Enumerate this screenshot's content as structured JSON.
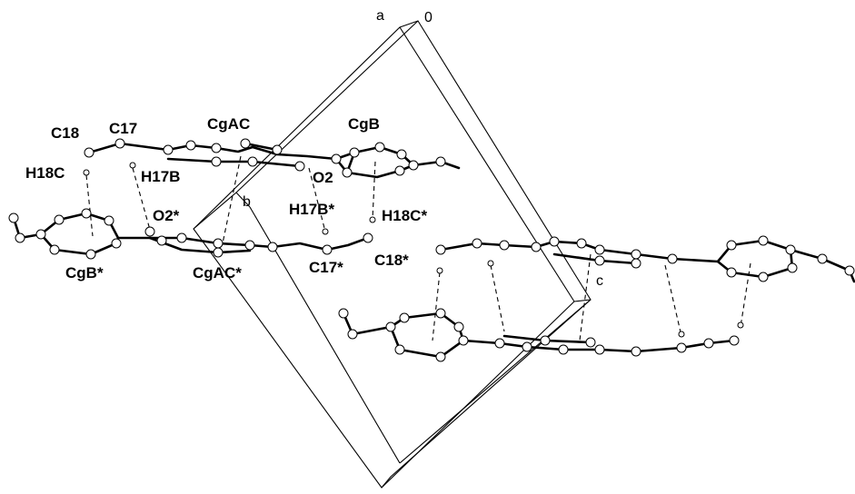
{
  "labels": {
    "c18": "C18",
    "c17": "C17",
    "cgac": "CgAC",
    "cgb": "CgB",
    "h18c": "H18C",
    "h17b": "H17B",
    "o2": "O2",
    "o2s": "O2*",
    "h17bs": "H17B*",
    "h18cs": "H18C*",
    "cgbs": "CgB*",
    "cgacs": "CgAC*",
    "c17s": "C17*",
    "c18s": "C18*"
  },
  "axes": {
    "a": "a",
    "origin": "0",
    "b": "b",
    "c": "c"
  },
  "colors": {
    "ink": "#000000",
    "background": "#ffffff"
  }
}
